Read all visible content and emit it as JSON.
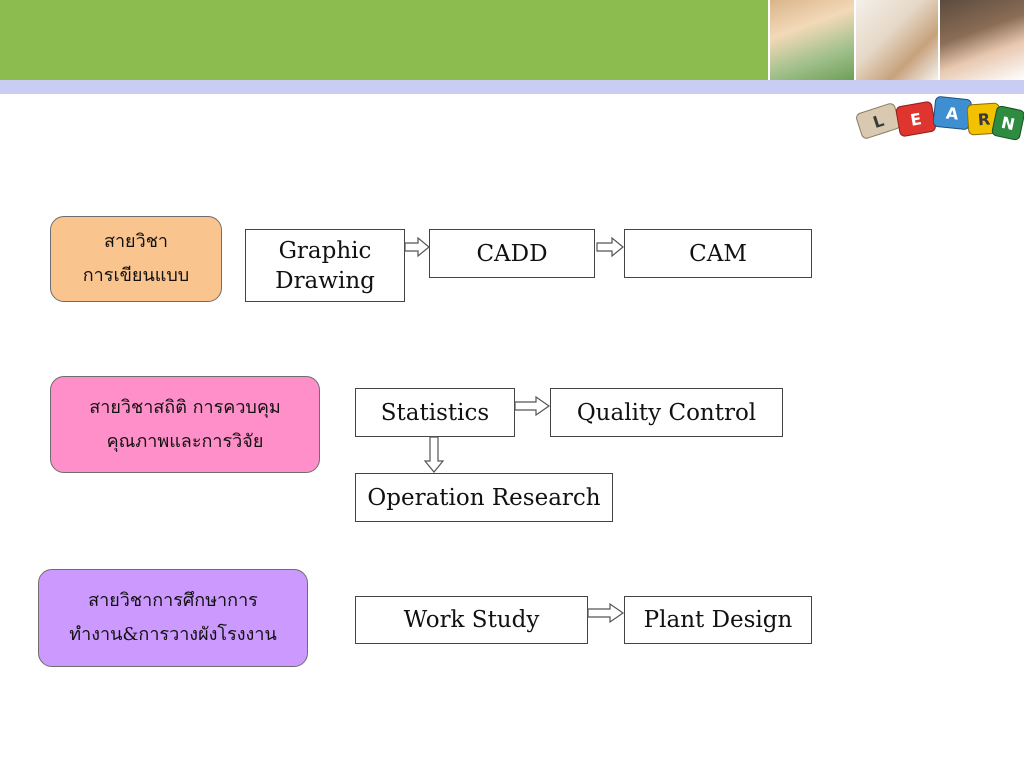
{
  "categories": {
    "drawing": {
      "line1": "สายวิชา",
      "line2": "การเขียนแบบ",
      "color": "#fac48e"
    },
    "statistics": {
      "line1": "สายวิชาสถิติ การควบคุม",
      "line2": "คุณภาพและการวิจัย",
      "color": "#ff8fc8"
    },
    "work_study": {
      "line1": "สายวิชาการศึกษาการ",
      "line2": "ทำงาน&การวางผังโรงงาน",
      "color": "#cc99ff"
    }
  },
  "nodes": {
    "graphic_drawing": {
      "line1": "Graphic",
      "line2": "Drawing"
    },
    "cadd": "CADD",
    "cam": "CAM",
    "statistics": "Statistics",
    "quality_control": "Quality Control",
    "operation_research": "Operation Research",
    "work_study": "Work Study",
    "plant_design": "Plant Design"
  },
  "logo": {
    "letters": [
      "L",
      "E",
      "A",
      "R",
      "N"
    ],
    "colors": [
      "#d9c9b0",
      "#e0342f",
      "#3d8fd1",
      "#f2c200",
      "#2e8b3f"
    ]
  },
  "header": {
    "bar_color": "#8cbb4f",
    "stripe_color": "#c9cdf3"
  }
}
